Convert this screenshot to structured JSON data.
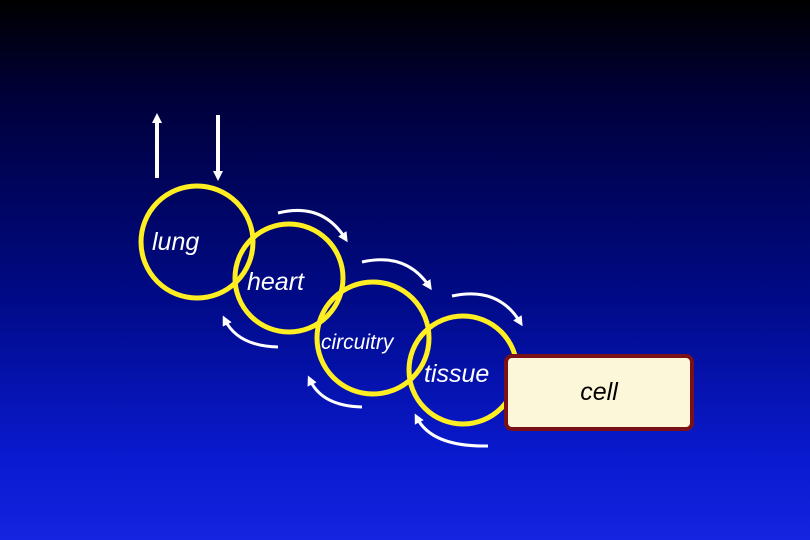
{
  "diagram": {
    "nodes": [
      {
        "id": "lung",
        "label": "lung"
      },
      {
        "id": "heart",
        "label": "heart"
      },
      {
        "id": "circuitry",
        "label": "circuitry"
      },
      {
        "id": "tissue",
        "label": "tissue"
      }
    ],
    "cell": {
      "label": "cell"
    }
  },
  "colors": {
    "ring": "#ffee22",
    "arrow": "#ffffff",
    "cell_fill": "#fdf7d9",
    "cell_border": "#7a1116",
    "label_text": "#ffffff"
  }
}
